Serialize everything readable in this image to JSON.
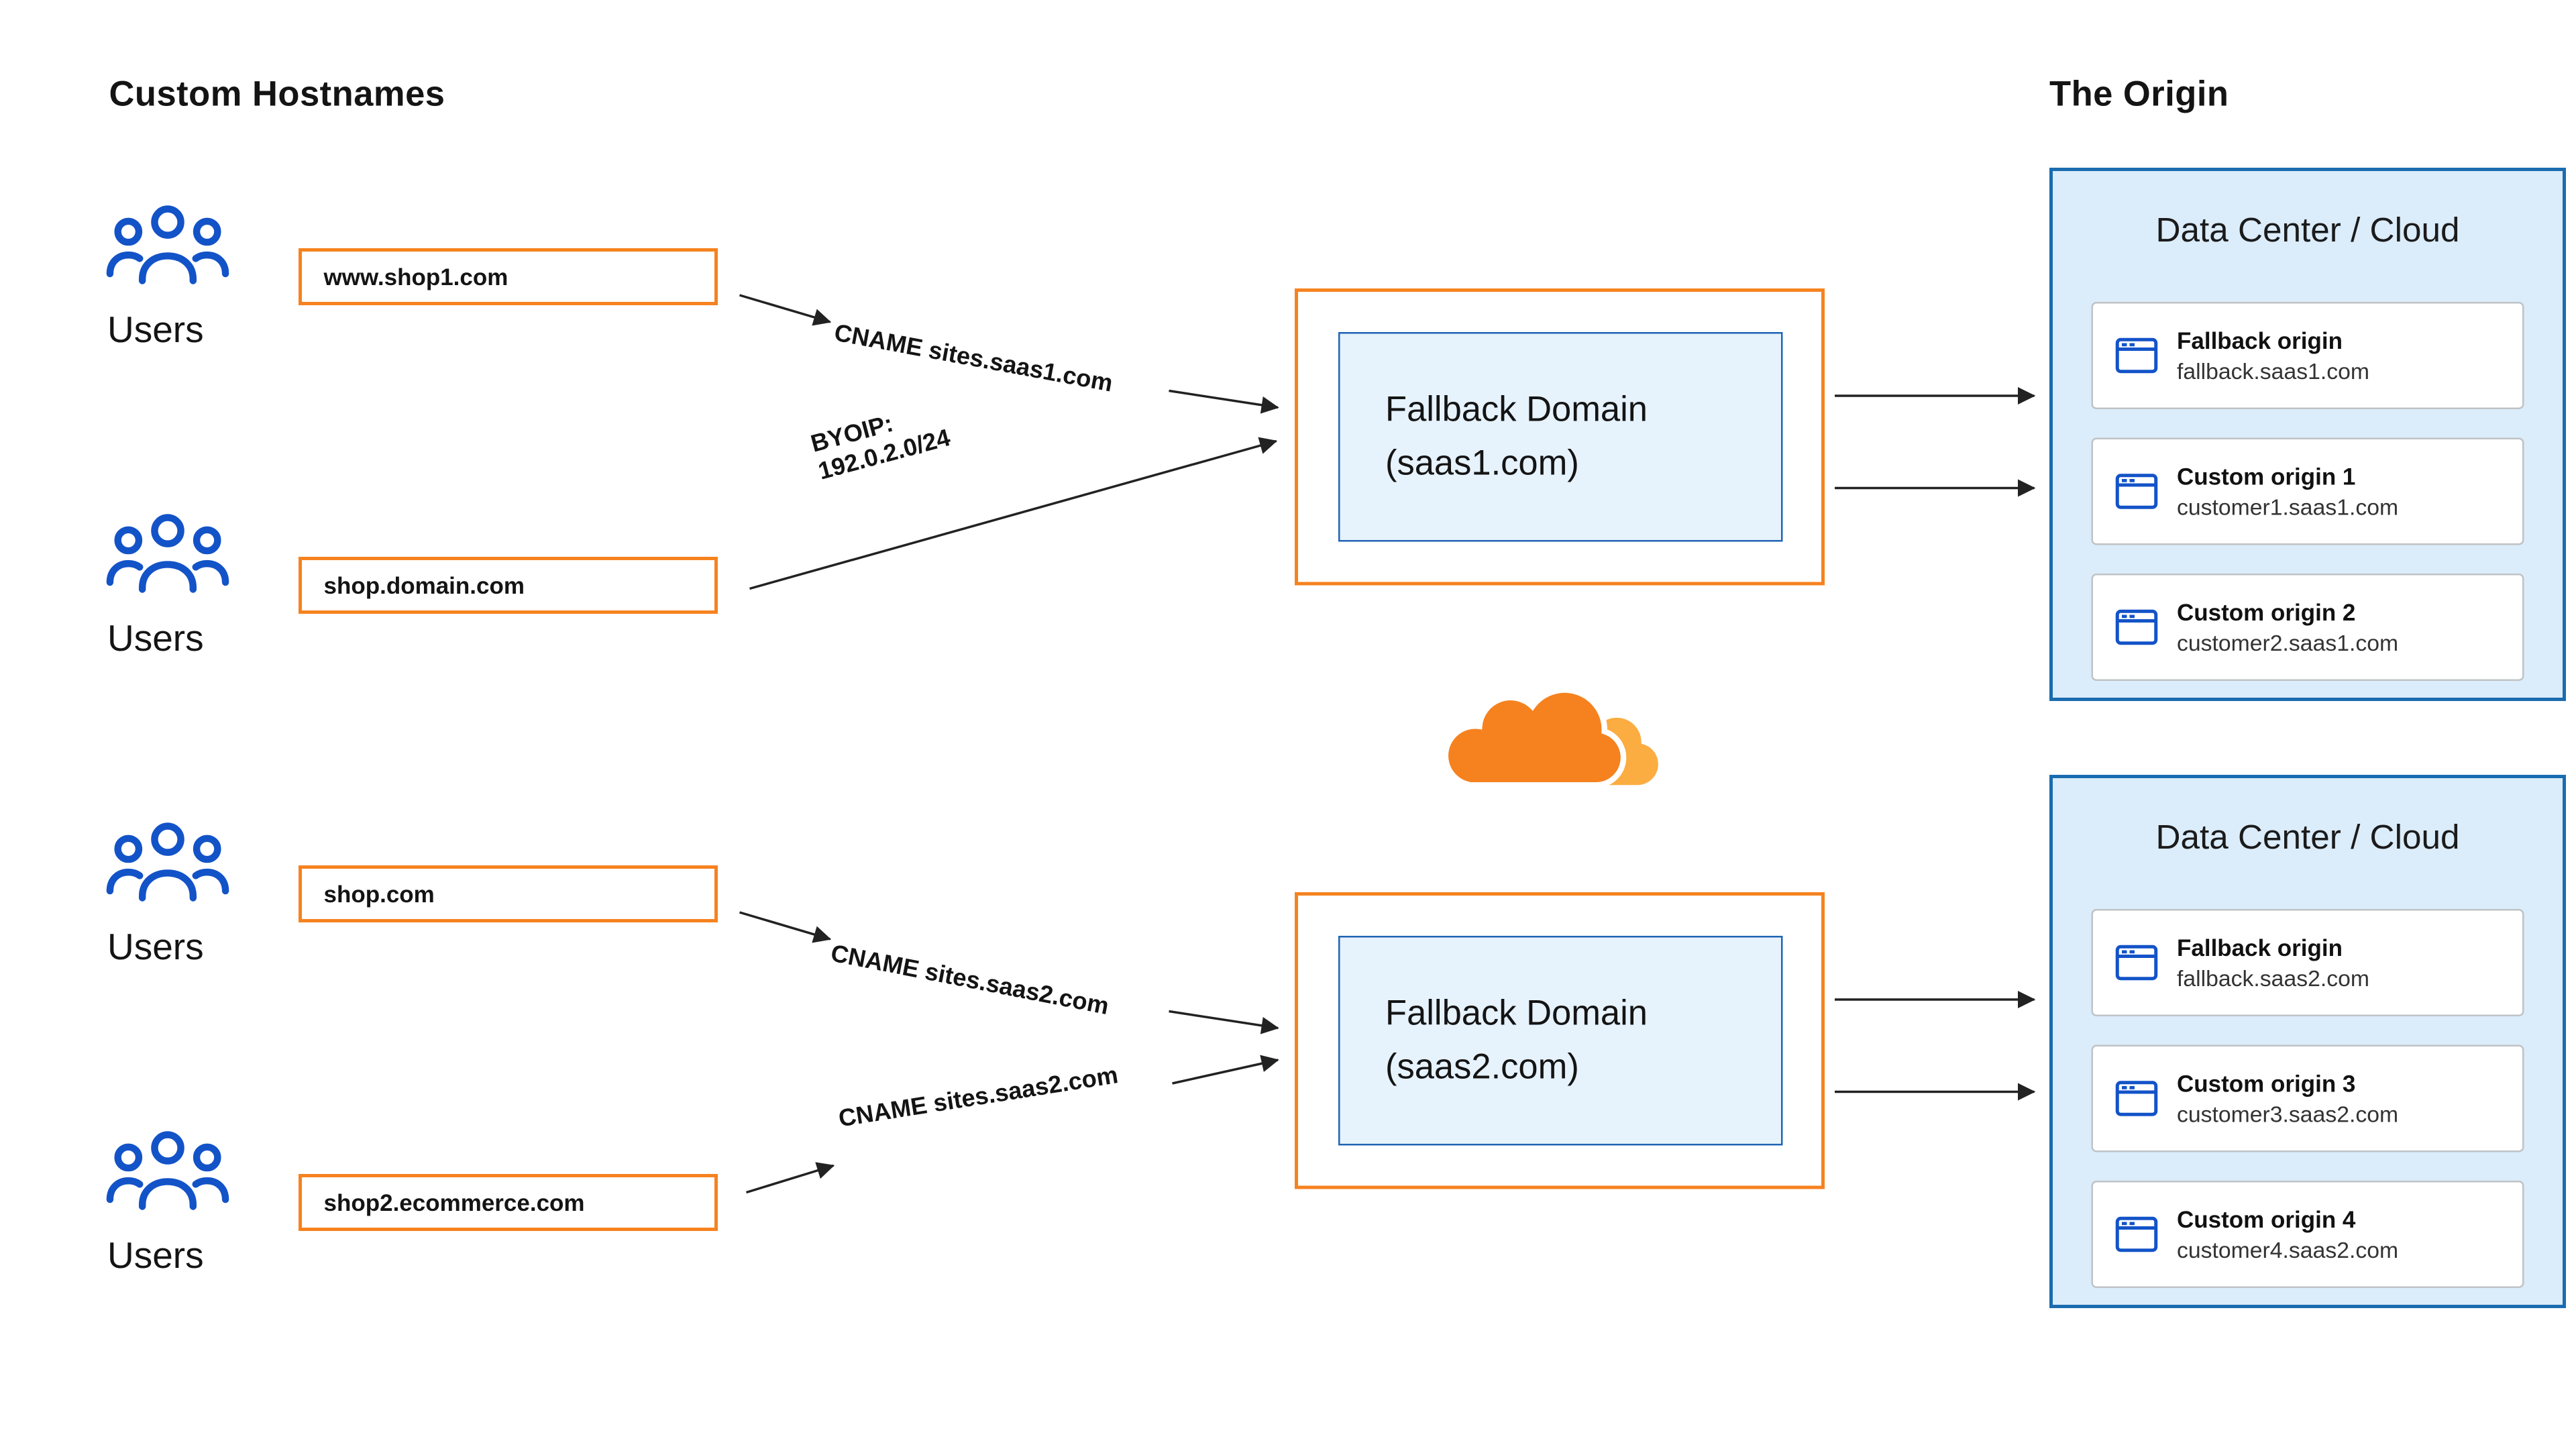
{
  "headings": {
    "left": "Custom Hostnames",
    "right": "The Origin"
  },
  "users_groups": [
    {
      "label": "Users",
      "hostname": "www.shop1.com"
    },
    {
      "label": "Users",
      "hostname": "shop.domain.com"
    },
    {
      "label": "Users",
      "hostname": "shop.com"
    },
    {
      "label": "Users",
      "hostname": "shop2.ecommerce.com"
    }
  ],
  "edge_labels": [
    {
      "text": "CNAME sites.saas1.com"
    },
    {
      "line1": "BYOIP:",
      "line2": "192.0.2.0/24"
    },
    {
      "text": "CNAME sites.saas2.com"
    },
    {
      "text": "CNAME sites.saas2.com"
    }
  ],
  "fallback_domains": [
    {
      "line1": "Fallback Domain",
      "line2": "(saas1.com)"
    },
    {
      "line1": "Fallback Domain",
      "line2": "(saas2.com)"
    }
  ],
  "data_centers": [
    {
      "title": "Data Center / Cloud",
      "origins": [
        {
          "name": "Fallback origin",
          "host": "fallback.saas1.com"
        },
        {
          "name": "Custom origin 1",
          "host": "customer1.saas1.com"
        },
        {
          "name": "Custom origin 2",
          "host": "customer2.saas1.com"
        }
      ]
    },
    {
      "title": "Data Center / Cloud",
      "origins": [
        {
          "name": "Fallback origin",
          "host": "fallback.saas2.com"
        },
        {
          "name": "Custom origin 3",
          "host": "customer3.saas2.com"
        },
        {
          "name": "Custom origin 4",
          "host": "customer4.saas2.com"
        }
      ]
    }
  ],
  "colors": {
    "orange": "#f6821f",
    "gold": "#fbad41",
    "blue_border": "#1a6cb0",
    "inner_blue_border": "#2064b4",
    "icon_blue": "#1353c8",
    "fallback_fill": "#e6f2fc",
    "datacenter_fill": "#dbecfa",
    "card_border": "#bfc3c6",
    "arrow": "#222222",
    "text_dark": "#141414"
  }
}
